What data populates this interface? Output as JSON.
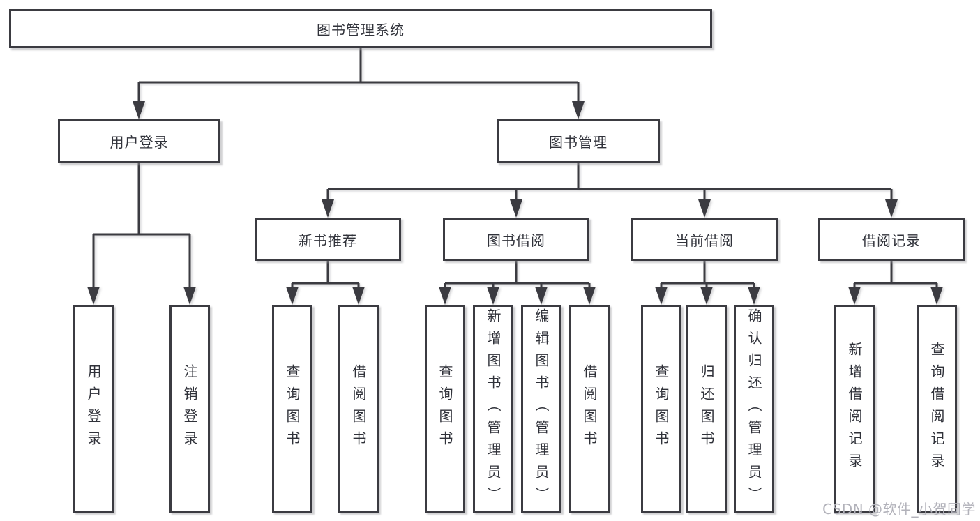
{
  "tree": {
    "label": "图书管理系统",
    "children": [
      {
        "label": "用户登录",
        "children": [
          {
            "label": "用户登录"
          },
          {
            "label": "注销登录"
          }
        ]
      },
      {
        "label": "图书管理",
        "children": [
          {
            "label": "新书推荐",
            "children": [
              {
                "label": "查询图书"
              },
              {
                "label": "借阅图书"
              }
            ]
          },
          {
            "label": "图书借阅",
            "children": [
              {
                "label": "查询图书"
              },
              {
                "label": "新增图书（管理员）"
              },
              {
                "label": "编辑图书（管理员）"
              },
              {
                "label": "借阅图书"
              }
            ]
          },
          {
            "label": "当前借阅",
            "children": [
              {
                "label": "查询图书"
              },
              {
                "label": "归还图书"
              },
              {
                "label": "确认归还（管理员）"
              }
            ]
          },
          {
            "label": "借阅记录",
            "children": [
              {
                "label": "新增借阅记录"
              },
              {
                "label": "查询借阅记录"
              }
            ]
          }
        ]
      }
    ]
  },
  "watermark": "CSDN @软件_小贺同学",
  "colors": {
    "line": "#3b3b41",
    "text": "#30323a",
    "watermark": "#b2b2ba",
    "background": "#ffffff"
  }
}
